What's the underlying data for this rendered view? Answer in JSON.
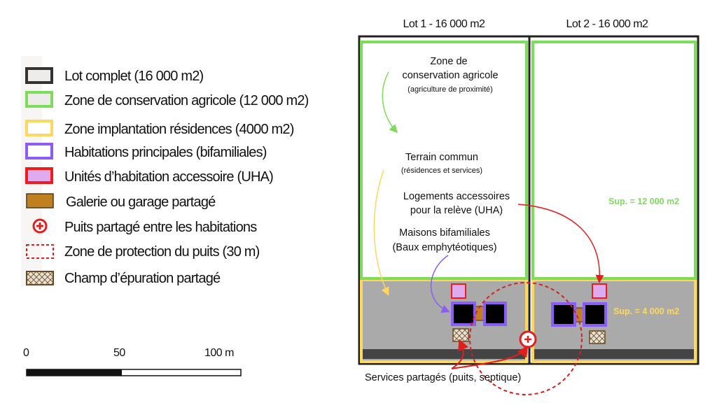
{
  "lots": {
    "lot1_title": "Lot 1 - 16 000 m2",
    "lot2_title": "Lot 2 - 16 000 m2"
  },
  "legend": {
    "items": [
      {
        "label": "Lot complet (16 000 m2)",
        "icon": "black-outline-square"
      },
      {
        "label": "Zone de conservation agricole (12 000 m2)",
        "icon": "green-outline-square"
      },
      {
        "label": "Zone implantation résidences (4000 m2)",
        "icon": "yellow-outline-square"
      },
      {
        "label": "Habitations principales (bifamiliales)",
        "icon": "purple-outline-square"
      },
      {
        "label": "Unités d’habitation accessoire (UHA)",
        "icon": "red-outline-pink-square"
      },
      {
        "label": "Galerie ou garage partagé",
        "icon": "brown-filled-square"
      },
      {
        "label": "Puits partagé entre les habitations",
        "icon": "red-plus-circle"
      },
      {
        "label": "Zone de protection du puits (30 m)",
        "icon": "red-dashed-square"
      },
      {
        "label": "Champ d’épuration partagé",
        "icon": "hatched-square"
      }
    ]
  },
  "scale": {
    "ticks": [
      "0",
      "50",
      "100 m"
    ]
  },
  "annotations": {
    "zone_conservation_1": "Zone de",
    "zone_conservation_2": "conservation agricole",
    "zone_conservation_sub": "(agriculture de proximité)",
    "terrain_commun": "Terrain commun",
    "terrain_commun_sub": "(résidences et services)",
    "logements_1": "Logements accessoires",
    "logements_2": "pour la relève (UHA)",
    "maisons_1": "Maisons bifamiliales",
    "maisons_2": "(Baux emphytéotiques)",
    "sup_agri": "Sup. = 12 000 m2",
    "sup_res": "Sup. = 4 000 m2",
    "services": "Services partagés (puits, septique)"
  },
  "colors": {
    "lot": "#222222",
    "agri": "#7ddc5a",
    "res": "#fdd85d",
    "house": "#8b5cf6",
    "uha_border": "#ee1c1c",
    "uha_fill": "#e0aaee",
    "garage": "#c0801f",
    "well": "#e02020",
    "ground": "#aaaaaa",
    "road": "#444444"
  }
}
